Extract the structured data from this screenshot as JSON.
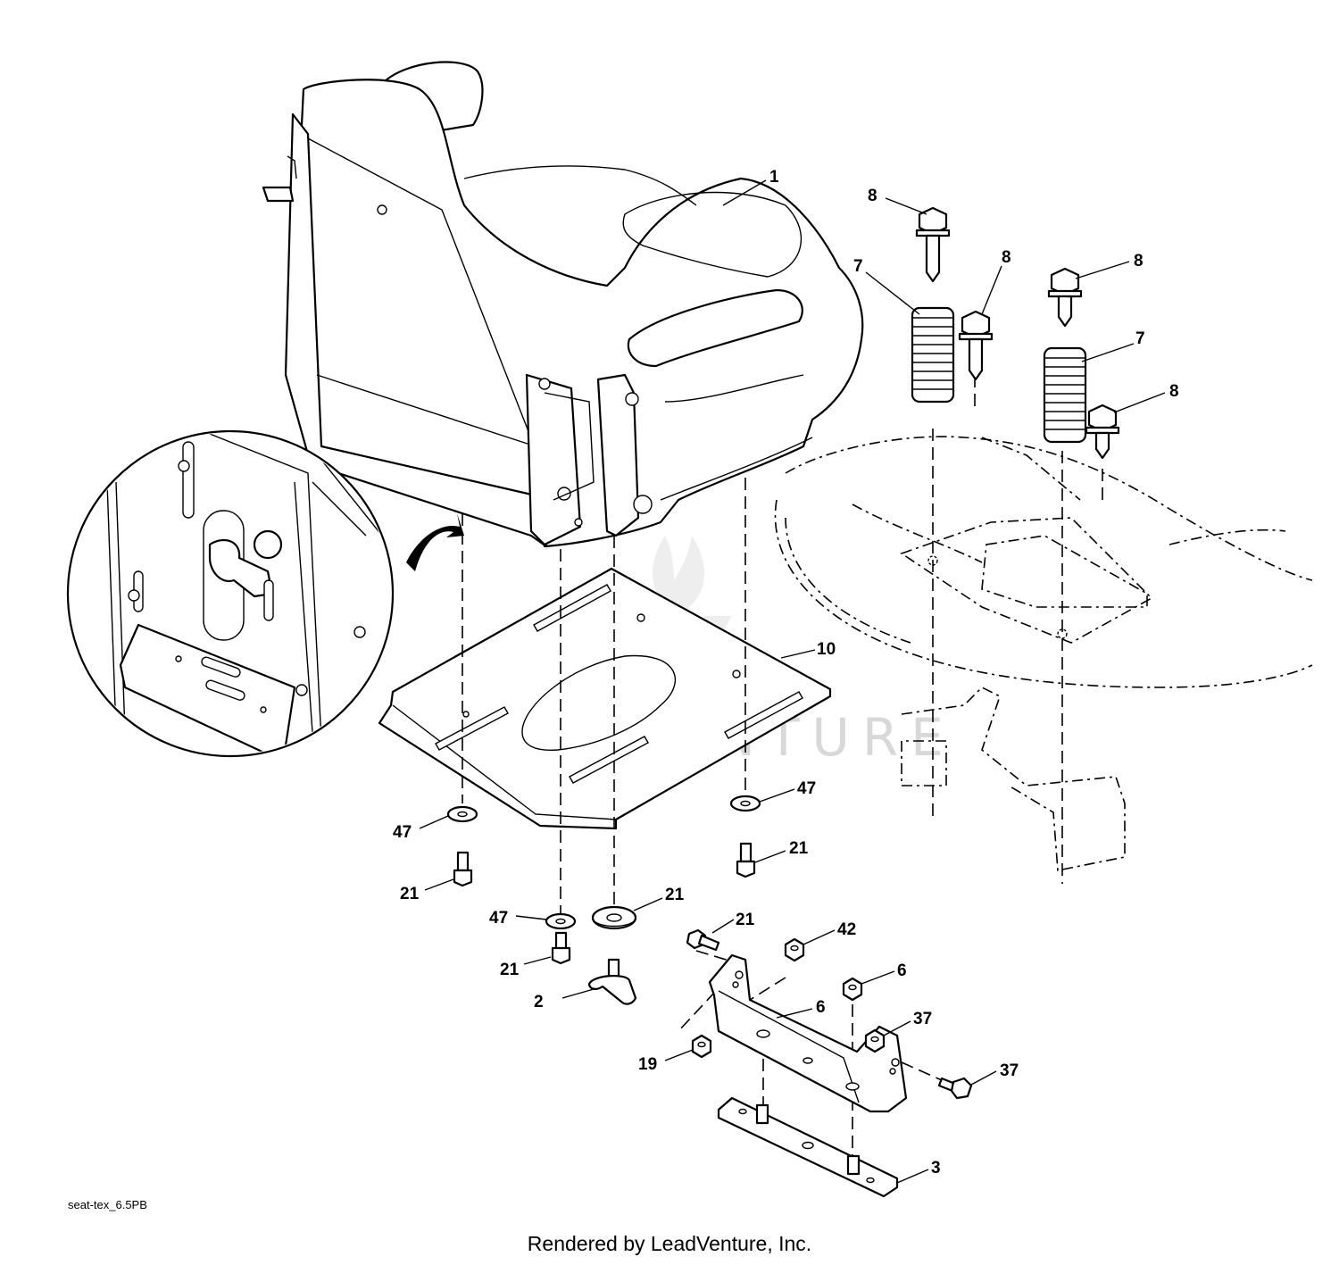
{
  "watermark_text": "LEADVENTURE",
  "drawing_code": "seat-tex_6.5PB",
  "footer_text": "Rendered by LeadVenture, Inc.",
  "callouts": [
    {
      "id": "c1",
      "label": "1"
    },
    {
      "id": "c8a",
      "label": "8"
    },
    {
      "id": "c8b",
      "label": "8"
    },
    {
      "id": "c8c",
      "label": "8"
    },
    {
      "id": "c8d",
      "label": "8"
    },
    {
      "id": "c7a",
      "label": "7"
    },
    {
      "id": "c7b",
      "label": "7"
    },
    {
      "id": "c10",
      "label": "10"
    },
    {
      "id": "c47a",
      "label": "47"
    },
    {
      "id": "c47b",
      "label": "47"
    },
    {
      "id": "c47c",
      "label": "47"
    },
    {
      "id": "c21a",
      "label": "21"
    },
    {
      "id": "c21b",
      "label": "21"
    },
    {
      "id": "c21c",
      "label": "21"
    },
    {
      "id": "c21d",
      "label": "21"
    },
    {
      "id": "c21e",
      "label": "21"
    },
    {
      "id": "c42",
      "label": "42"
    },
    {
      "id": "c6a",
      "label": "6"
    },
    {
      "id": "c6b",
      "label": "6"
    },
    {
      "id": "c2",
      "label": "2"
    },
    {
      "id": "c19",
      "label": "19"
    },
    {
      "id": "c37a",
      "label": "37"
    },
    {
      "id": "c37b",
      "label": "37"
    },
    {
      "id": "c3",
      "label": "3"
    }
  ]
}
